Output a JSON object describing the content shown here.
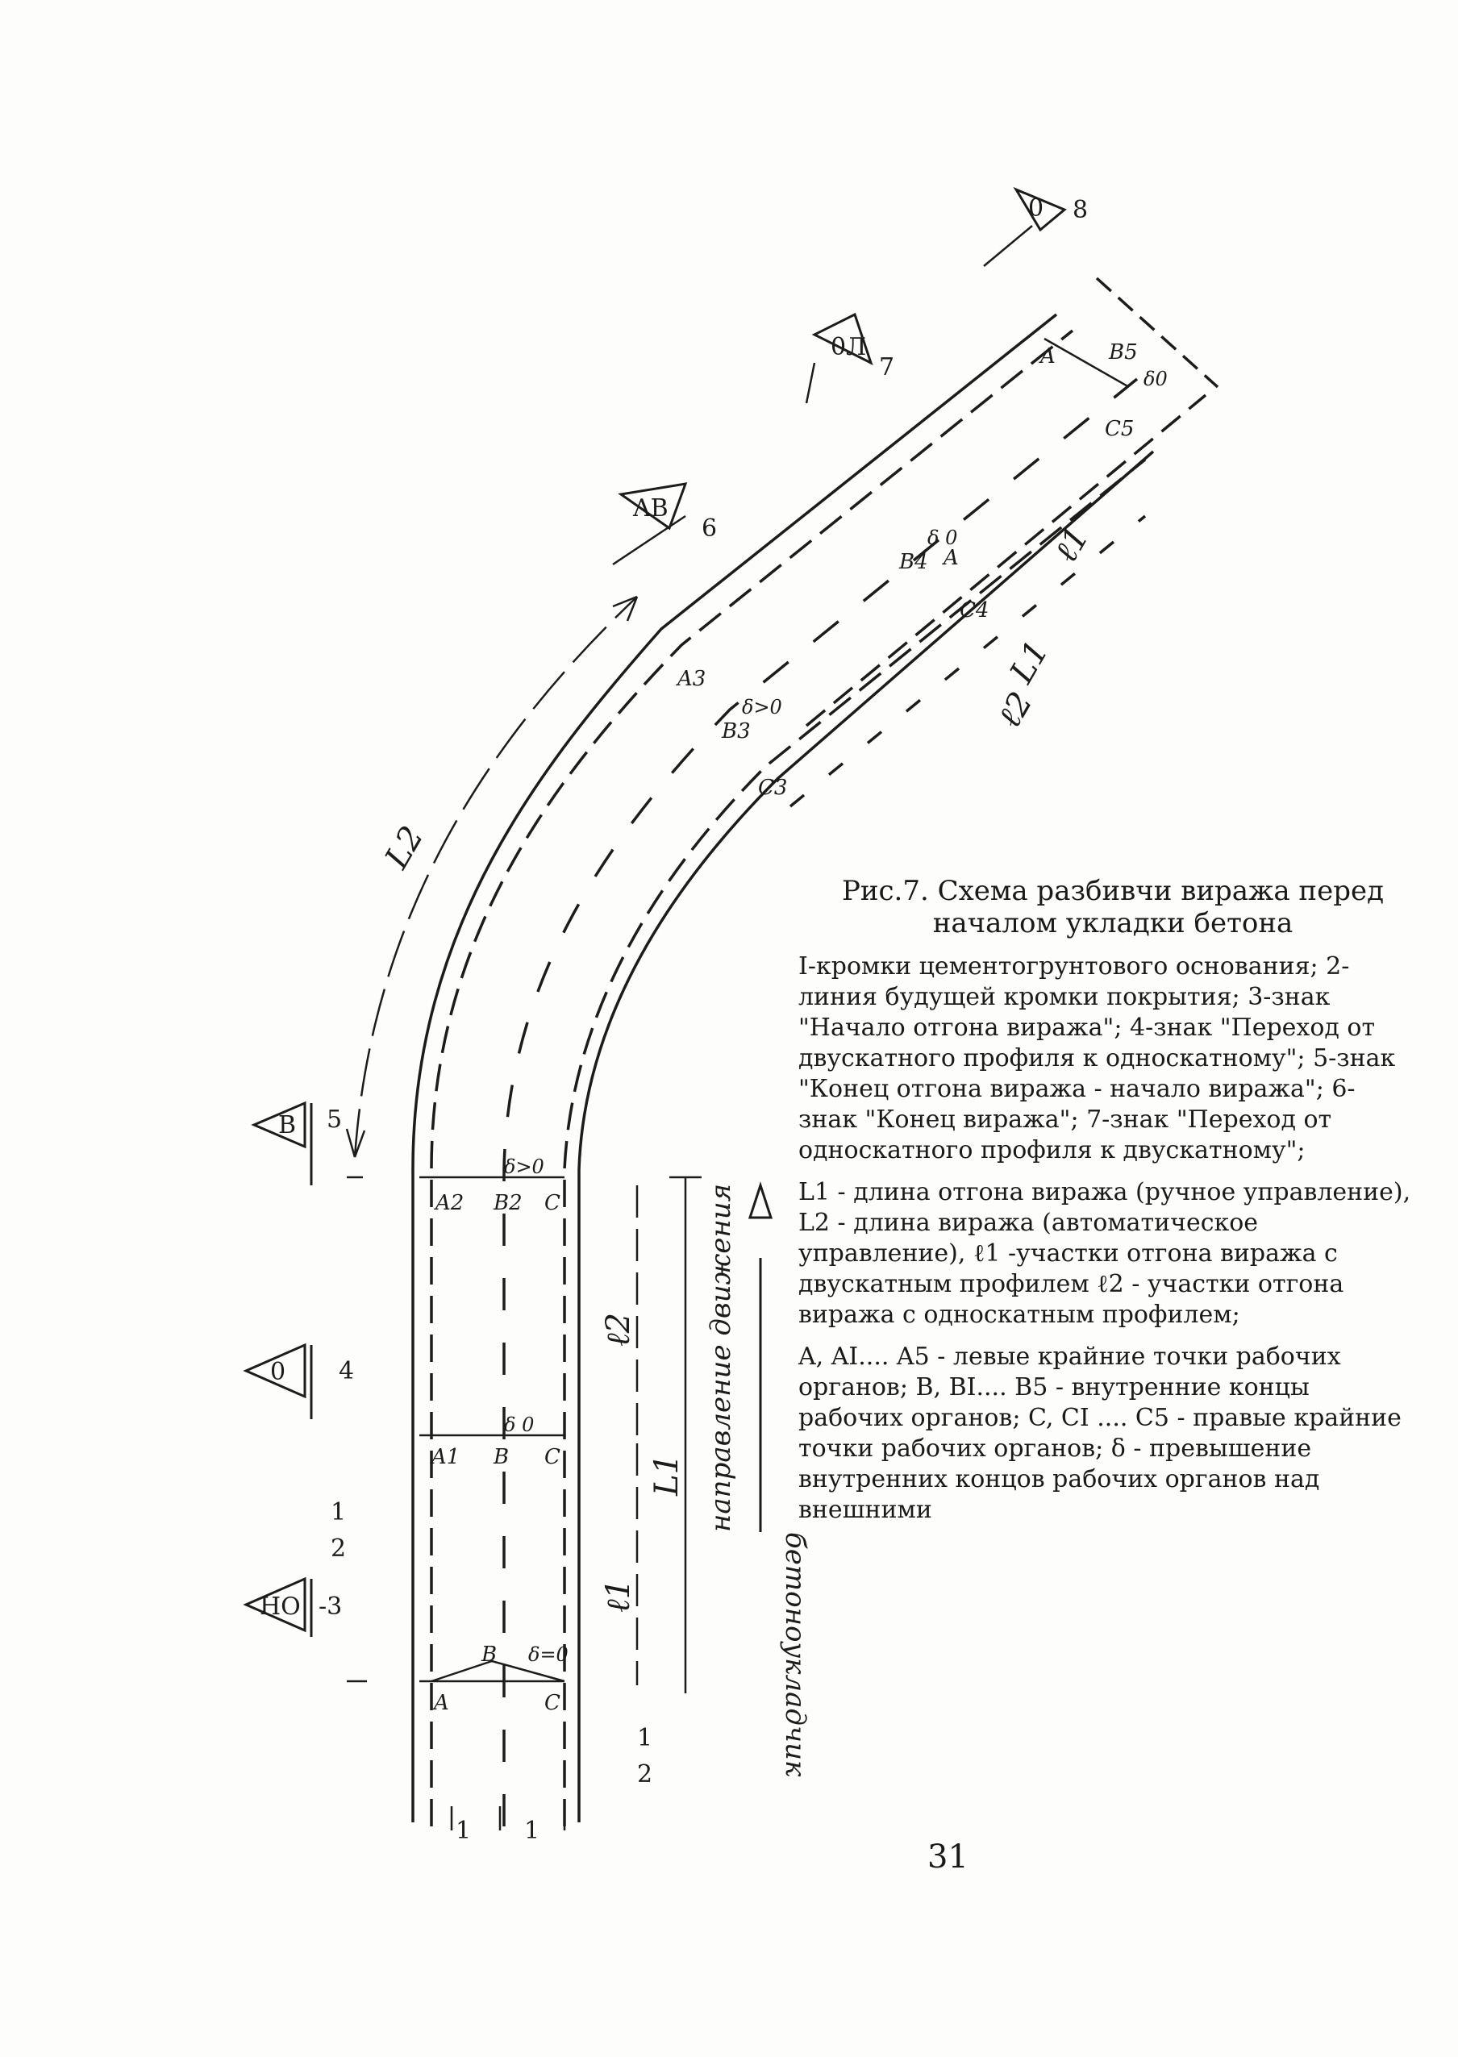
{
  "figure": {
    "caption_title": "Рис.7. Схема разбивчи виража перед началом укладки бетона",
    "legend": [
      "I-кромки цементогрунтового основания; 2-линия будущей кромки покрытия; 3-знак \"Начало отгона виража\"; 4-знак \"Переход от двускатного профиля к односкатному\"; 5-знак \"Конец отгона виража - начало виража\"; 6-знак \"Конец виража\"; 7-знак \"Переход от односкатного профиля к двускатному\";",
      "L1 - длина отгона виража (ручное управление), L2 - длина виража (автоматическое управление), ℓ1 -участки отгона виража с двускатным профилем ℓ2 - участки отгона виража с односкатным профилем;",
      "A, AI.... A5 - левые крайние точки рабочих органов; B, BI.... B5 - внутренние концы рабочих органов; C, CI .... C5 - правые крайние точки рабочих органов; δ - превышение внутренних концов рабочих органов над внешними"
    ]
  },
  "signs": {
    "s3": "НО",
    "s4": "0",
    "s5": "В",
    "s6": "ΛВ",
    "s7": "0Л",
    "s8": "0"
  },
  "numbers": {
    "n1": "1",
    "n2": "2",
    "n3": "-3",
    "n4": "4",
    "n5": "5",
    "n6": "6",
    "n7": "7",
    "n8": "8",
    "b1": "1",
    "b2": "2",
    "b_1": "1",
    "b_1b": "1"
  },
  "points": {
    "A": "A",
    "B": "B",
    "C": "C",
    "A1": "A1",
    "B1": "B",
    "C1": "C",
    "A2": "A2",
    "B2": "B2",
    "C2": "C",
    "A3": "A3",
    "B3": "B3",
    "C3": "C3",
    "A4": "A",
    "B4": "B4",
    "C4": "C4",
    "A5": "A",
    "B5": "B5",
    "C5": "C5"
  },
  "dims": {
    "delta_eq_0": "δ=0",
    "delta_0": "δ 0",
    "delta_gt_0": "δ>0",
    "delta_gt_0b": "δ>0",
    "delta_0b": "δ 0",
    "delta_0c": "δ0",
    "L1": "L1",
    "L2": "L2",
    "l1": "ℓ1",
    "l2": "ℓ2",
    "l1_top": "ℓ1",
    "l2_top": "ℓ2",
    "L1_top": "L1"
  },
  "arrows": {
    "traffic": "направление движения",
    "betonoukladchik": "бетоноукладчик"
  },
  "page": {
    "number": "31"
  },
  "colors": {
    "ink": "#1c1c1c",
    "paper": "#fdfdfb"
  }
}
